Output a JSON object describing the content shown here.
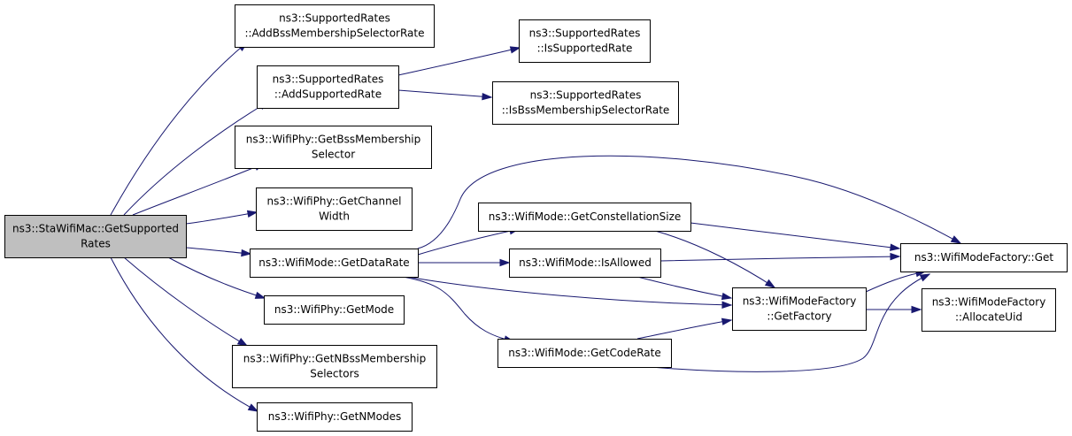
{
  "nodes": {
    "root": {
      "lines": [
        "ns3::StaWifiMac::GetSupported",
        "Rates"
      ]
    },
    "addBss": {
      "lines": [
        "ns3::SupportedRates",
        "::AddBssMembershipSelectorRate"
      ]
    },
    "addRate": {
      "lines": [
        "ns3::SupportedRates",
        "::AddSupportedRate"
      ]
    },
    "isRate": {
      "lines": [
        "ns3::SupportedRates",
        "::IsSupportedRate"
      ]
    },
    "isBss": {
      "lines": [
        "ns3::SupportedRates",
        "::IsBssMembershipSelectorRate"
      ]
    },
    "getBssSel": {
      "lines": [
        "ns3::WifiPhy::GetBssMembership",
        "Selector"
      ]
    },
    "chWidth": {
      "lines": [
        "ns3::WifiPhy::GetChannel",
        "Width"
      ]
    },
    "dataRate": {
      "lines": [
        "ns3::WifiMode::GetDataRate"
      ]
    },
    "getMode": {
      "lines": [
        "ns3::WifiPhy::GetMode"
      ]
    },
    "nBss": {
      "lines": [
        "ns3::WifiPhy::GetNBssMembership",
        "Selectors"
      ]
    },
    "nModes": {
      "lines": [
        "ns3::WifiPhy::GetNModes"
      ]
    },
    "constSize": {
      "lines": [
        "ns3::WifiMode::GetConstellationSize"
      ]
    },
    "isAllowed": {
      "lines": [
        "ns3::WifiMode::IsAllowed"
      ]
    },
    "codeRate": {
      "lines": [
        "ns3::WifiMode::GetCodeRate"
      ]
    },
    "getFactory": {
      "lines": [
        "ns3::WifiModeFactory",
        "::GetFactory"
      ]
    },
    "factGet": {
      "lines": [
        "ns3::WifiModeFactory::Get"
      ]
    },
    "allocUid": {
      "lines": [
        "ns3::WifiModeFactory",
        "::AllocateUid"
      ]
    }
  },
  "colors": {
    "edge": "#191970",
    "root_fill": "#bfbfbf",
    "node_fill": "#ffffff",
    "border": "#000000"
  }
}
